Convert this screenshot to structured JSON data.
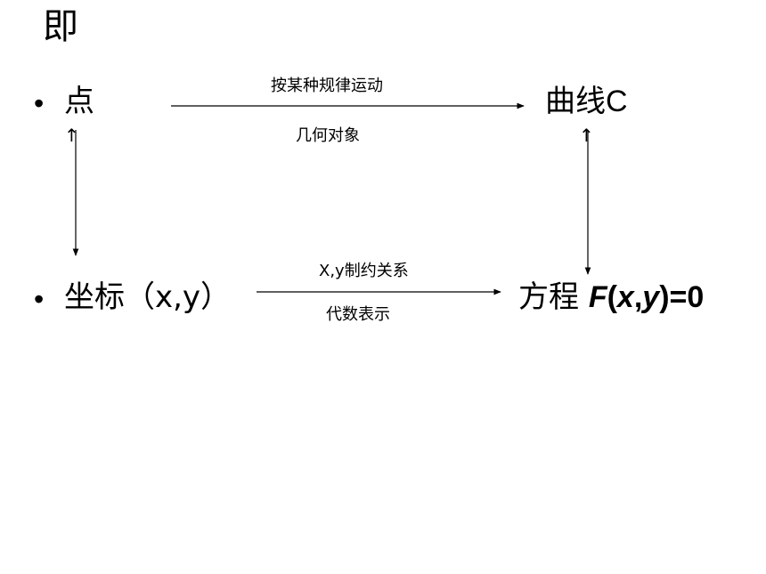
{
  "slide": {
    "title": "即",
    "bullet_symbol": "•"
  },
  "top_row": {
    "left": "点",
    "right_cn": "曲线",
    "right_letter": "C",
    "arrow_label_above": "按某种规律运动",
    "arrow_label_below": "几何对象"
  },
  "bottom_row": {
    "left": "坐标（x,y）",
    "right_cn": "方程 ",
    "equation": {
      "f": "F",
      "open": "(",
      "x": "x",
      "comma": ",",
      "y": "y",
      "rest": ")=0"
    },
    "arrow_label_above": "X,y制约关系",
    "arrow_label_below": "代数表示"
  },
  "side_markers": {
    "left_up": "↑",
    "right_up": "↑"
  }
}
